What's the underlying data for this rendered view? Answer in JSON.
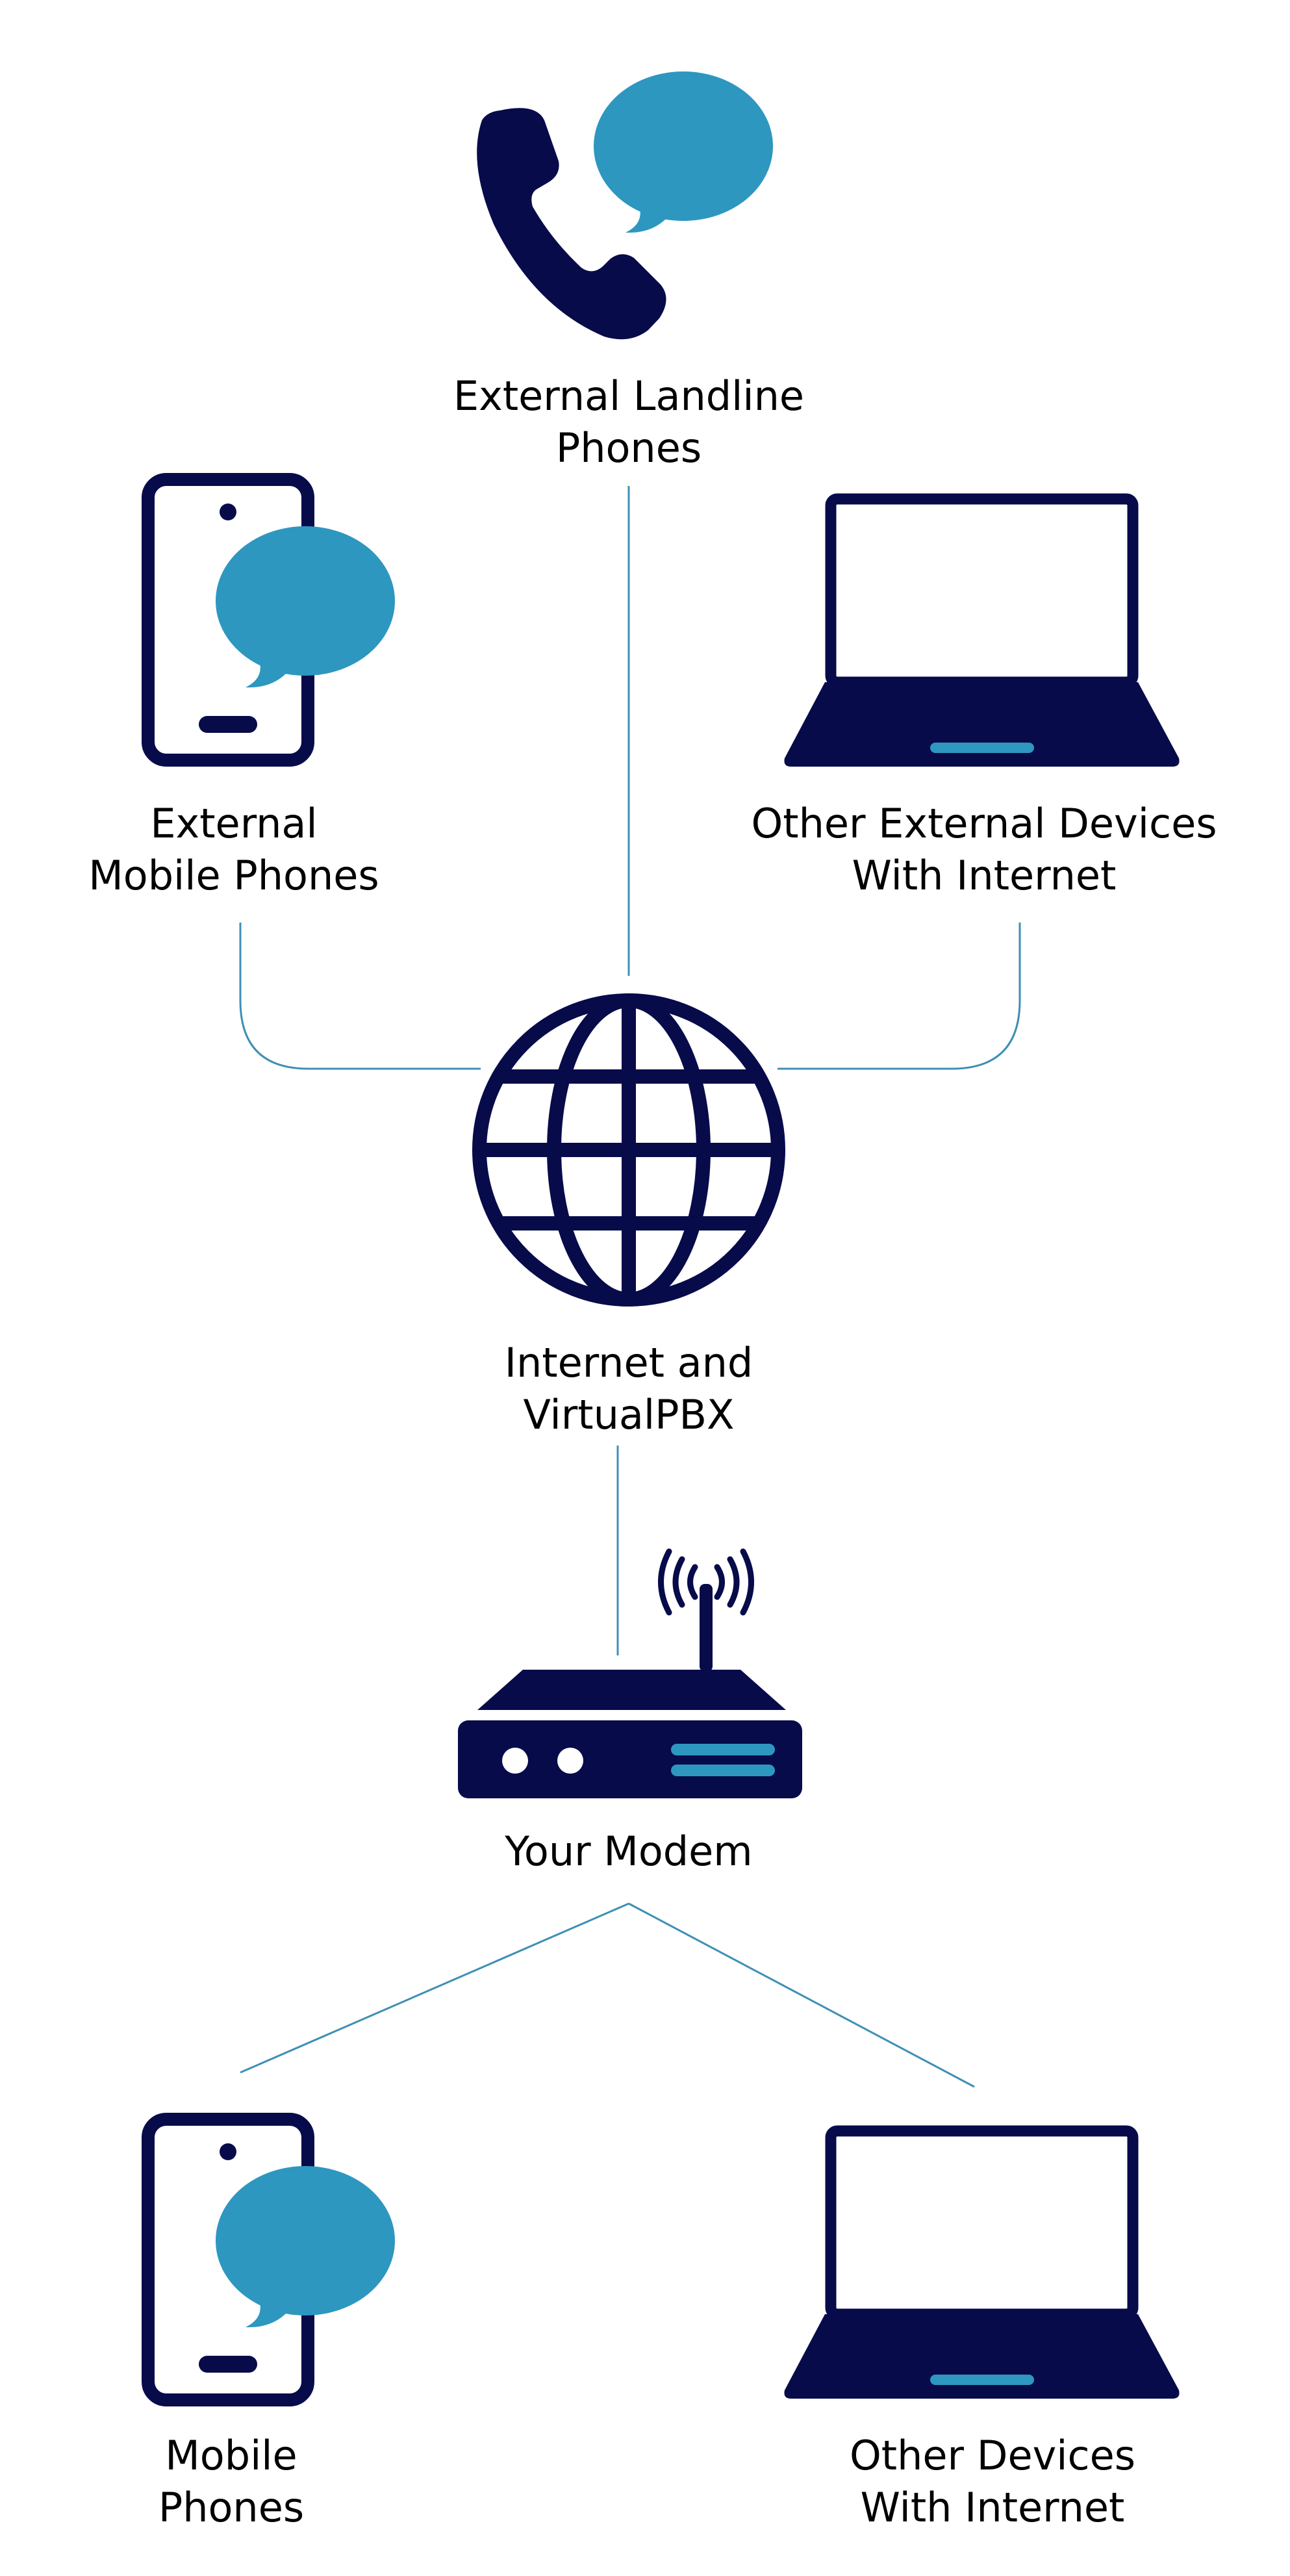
{
  "colors": {
    "navy": "#070b4a",
    "accent": "#2d97c0",
    "connector": "#3f8fb5",
    "text": "#000000",
    "background": "#ffffff"
  },
  "nodes": {
    "landline": {
      "icon": "landline-phone-with-speech-bubble-icon",
      "line1": "External Landline",
      "line2": "Phones"
    },
    "ext_mobile": {
      "icon": "mobile-phone-with-speech-bubble-icon",
      "line1": "External",
      "line2": "Mobile Phones"
    },
    "ext_devices": {
      "icon": "laptop-icon",
      "line1": "Other External Devices",
      "line2": "With Internet"
    },
    "internet": {
      "icon": "globe-icon",
      "line1": "Internet and",
      "line2": "VirtualPBX"
    },
    "modem": {
      "icon": "wireless-modem-icon",
      "line1": "Your Modem"
    },
    "mobile": {
      "icon": "mobile-phone-with-speech-bubble-icon",
      "line1": "Mobile",
      "line2": "Phones"
    },
    "devices": {
      "icon": "laptop-icon",
      "line1": "Other Devices",
      "line2": "With Internet"
    }
  }
}
